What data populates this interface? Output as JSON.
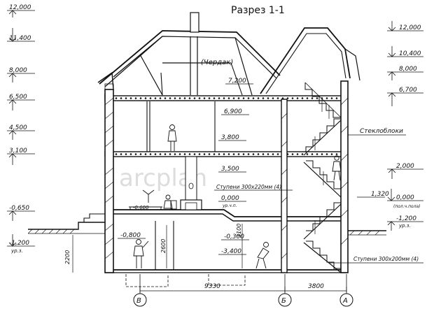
{
  "title": "Разрез 1-1",
  "watermark": "arcplan",
  "labels": {
    "attic": "(Чердак)",
    "glass_blocks": "Стеклоблоки",
    "stairs_upper": "Ступени 300x220мм (4)",
    "stairs_lower": "Ступени 300x200мм (4)"
  },
  "elevations_left": [
    {
      "id": "l-12000",
      "text": "12,000"
    },
    {
      "id": "l-11400",
      "text": "11,400"
    },
    {
      "id": "l-8000",
      "text": "8,000"
    },
    {
      "id": "l-6500",
      "text": "6,500"
    },
    {
      "id": "l-4500",
      "text": "4,500"
    },
    {
      "id": "l-3100",
      "text": "3,100"
    },
    {
      "id": "l-m0650",
      "text": "-0,650"
    },
    {
      "id": "l-m1200",
      "text": "-1,200",
      "sub": "ур.з."
    }
  ],
  "elevations_right": [
    {
      "id": "r-12000",
      "text": "12,000"
    },
    {
      "id": "r-10400",
      "text": "10,400"
    },
    {
      "id": "r-8000",
      "text": "8,000"
    },
    {
      "id": "r-6700",
      "text": "6,700"
    },
    {
      "id": "r-2000",
      "text": "2,000"
    },
    {
      "id": "r-0000",
      "text": "0,000",
      "sub": "(пол.ч.пола)"
    },
    {
      "id": "r-m1200",
      "text": "-1,200",
      "sub": "ур.з."
    }
  ],
  "elevations_inside": [
    {
      "id": "i-7200",
      "text": "7,200"
    },
    {
      "id": "i-6900",
      "text": "6,900"
    },
    {
      "id": "i-3800",
      "text": "3,800"
    },
    {
      "id": "i-3500",
      "text": "3,500"
    },
    {
      "id": "i-0000",
      "text": "0,000",
      "sub": "ур.ч.п."
    },
    {
      "id": "i-0300",
      "text": "-0,300"
    },
    {
      "id": "i-3400",
      "text": "-3,400"
    },
    {
      "id": "i-0800",
      "text": "-0,800"
    },
    {
      "id": "i-0600",
      "text": "-0,600"
    },
    {
      "id": "i-1320",
      "text": "1,320"
    }
  ],
  "dimensions": {
    "d2200": "2200",
    "d2600": "2600",
    "d3100": "3100",
    "d9330": "9330",
    "d3800": "3800"
  },
  "axes": [
    "В",
    "Б",
    "А"
  ]
}
